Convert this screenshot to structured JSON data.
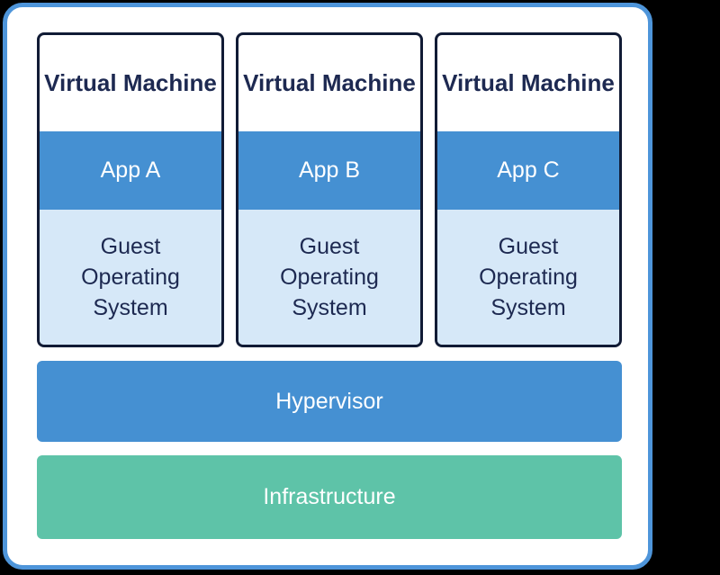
{
  "diagram": {
    "vms": [
      {
        "title": "Virtual Machine",
        "app": "App A",
        "os": "Guest Operating System"
      },
      {
        "title": "Virtual Machine",
        "app": "App B",
        "os": "Guest Operating System"
      },
      {
        "title": "Virtual Machine",
        "app": "App C",
        "os": "Guest Operating System"
      }
    ],
    "layers": {
      "hypervisor": "Hypervisor",
      "infrastructure": "Infrastructure"
    }
  },
  "colors": {
    "card_border": "#4e95da",
    "app_blue": "#4590d2",
    "guest_os_light_blue": "#d6e8f8",
    "infrastructure_teal": "#5ec3a8",
    "vm_border_navy": "#111b35",
    "title_text_navy": "#1d2951",
    "background": "#000000",
    "card_background": "#ffffff"
  }
}
